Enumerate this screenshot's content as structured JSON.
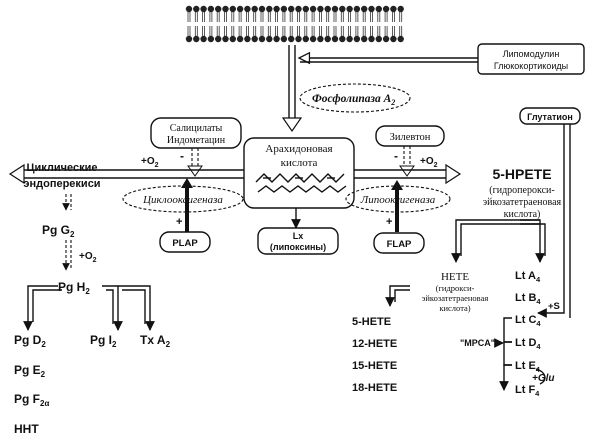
{
  "lipomodulin_box": {
    "line1": "Липомодулин",
    "line2": "Глюкокортикоиды"
  },
  "phospholipase": {
    "label": "Фосфолипаза A",
    "sub": "2"
  },
  "salicylates_box": {
    "line1": "Салицилаты",
    "line2": "Индометацин"
  },
  "minus": "-",
  "arachidonic_box": {
    "line1": "Арахидоновая",
    "line2": "кислота"
  },
  "zileuton_box": {
    "label": "Зилевтон"
  },
  "o2_label": {
    "prefix": "+O",
    "sub": "2"
  },
  "cyclooxygenase": "Циклооксигеназа",
  "lipoxygenase": "Липооксигеназа",
  "plap_label": "PLAP",
  "flap_label": "FLAP",
  "plus": "+",
  "lx_box": {
    "line1": "Lx",
    "line2": "(липоксины)"
  },
  "glutathione": "Глутатион",
  "cyclic_endoperoxides": {
    "line1": "Циклические",
    "line2": "эндоперекиси"
  },
  "pg_g2": {
    "prefix": "Pg G",
    "sub": "2"
  },
  "o2_plus": {
    "prefix": "+O",
    "sub": "2"
  },
  "pg_h2": {
    "prefix": "Pg H",
    "sub": "2"
  },
  "pg_d2": {
    "prefix": "Pg D",
    "sub": "2"
  },
  "pg_i2": {
    "prefix": "Pg I",
    "sub": "2"
  },
  "tx_a2": {
    "prefix": "Tx A",
    "sub": "2"
  },
  "pg_e2": {
    "prefix": "Pg E",
    "sub": "2"
  },
  "pg_f2a": {
    "prefix": "Pg F",
    "sub": "2α"
  },
  "hht": "HHT",
  "hpete": {
    "title": "5-HPETE",
    "line1": "(гидроперокси-",
    "line2": "эйкозатетраеновая",
    "line3": "кислота)"
  },
  "hete": {
    "title": "HETE",
    "line1": "(гидрокси-",
    "line2": "эйкозатетраеновая",
    "line3": "кислота)"
  },
  "hete_list": [
    "5-HETE",
    "12-HETE",
    "15-HETE",
    "18-HETE"
  ],
  "lt_a4": {
    "prefix": "Lt A",
    "sub": "4"
  },
  "lt_b4": {
    "prefix": "Lt B",
    "sub": "4"
  },
  "lt_c4": {
    "prefix": "Lt C",
    "sub": "4"
  },
  "lt_d4": {
    "prefix": "Lt D",
    "sub": "4"
  },
  "lt_e4": {
    "prefix": "Lt E",
    "sub": "4"
  },
  "lt_f4": {
    "prefix": "Lt F",
    "sub": "4"
  },
  "mpca": "\"MPCA\"",
  "plus_s": "+S",
  "plus_glu": "+Glu"
}
